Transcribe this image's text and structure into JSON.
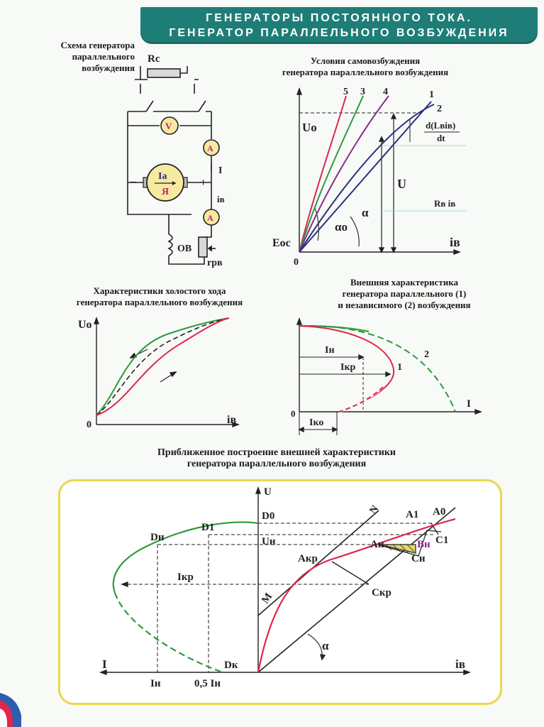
{
  "header": {
    "line1": "ГЕНЕРАТОРЫ ПОСТОЯННОГО ТОКА.",
    "line2": "ГЕНЕРАТОР ПАРАЛЛЕЛЬНОГО ВОЗБУЖДЕНИЯ"
  },
  "schematic": {
    "title": "Схема генератора параллельного возбуждения",
    "labels": {
      "rc": "Rс",
      "voltmeter": "V",
      "ammeter": "A",
      "current": "I",
      "armature_current": "Iа",
      "armature": "Я",
      "minus": "–",
      "plus": "+",
      "field_current": "iв",
      "field_winding": "ОВ",
      "rheostat": "rрв"
    }
  },
  "self_excitation": {
    "title_line1": "Условия самовозбуждения",
    "title_line2": "генератора параллельного возбуждения",
    "labels": {
      "u0": "Uо",
      "eoc": "Eос",
      "zero": "0",
      "iv": "iв",
      "u": "U",
      "alpha": "α",
      "alpha0": "αо",
      "deriv_num": "d(Lвiв)",
      "deriv_den": "dt",
      "rv_iv": "Rв iв"
    },
    "curve_numbers": [
      "5",
      "3",
      "4",
      "1",
      "2"
    ]
  },
  "no_load": {
    "title_line1": "Характеристики холостого хода",
    "title_line2": "генератора параллельного возбуждения",
    "labels": {
      "u0": "Uо",
      "zero": "0",
      "iv": "iв"
    }
  },
  "external": {
    "title_line1": "Внешняя характеристика",
    "title_line2": "генератора параллельного (1)",
    "title_line3": "и независимого (2) возбуждения",
    "labels": {
      "in": "Iн",
      "ikr": "Iкр",
      "iko": "Iко",
      "zero": "0",
      "i": "I",
      "one": "1",
      "two": "2"
    }
  },
  "construction": {
    "title_line1": "Приближенное построение внешней характеристики",
    "title_line2": "генератора параллельного возбуждения",
    "labels": {
      "u": "U",
      "iv": "iв",
      "i": "I",
      "d0": "D0",
      "d1": "D1",
      "dn": "Dн",
      "dk": "Dк",
      "un": "Uн",
      "a1": "A1",
      "a0": "A0",
      "an": "Aн",
      "bn": "Bн",
      "c1": "C1",
      "cn": "Cн",
      "akr": "Aкр",
      "ckr": "Cкр",
      "ikr": "Iкр",
      "n": "N",
      "m": "M",
      "alpha": "α",
      "in": "Iн",
      "half_in": "0,5 Iн"
    }
  },
  "colors": {
    "banner": "#1f7d77",
    "box_border": "#e8d84a",
    "red": "#e0264f",
    "green": "#2e9a3f",
    "navy": "#2d2f7a",
    "purple": "#8a2a8f"
  }
}
